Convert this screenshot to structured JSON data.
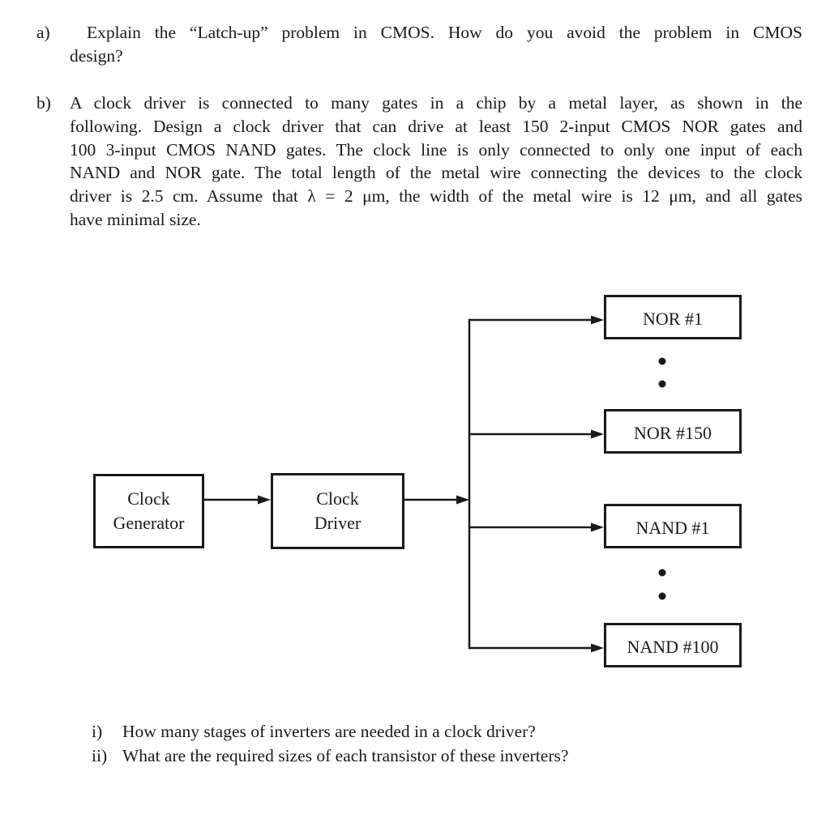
{
  "page": {
    "background": "#ffffff",
    "text_color": "#1a1a1a"
  },
  "question_a": {
    "label": "a)",
    "lines": [
      "Explain the “Latch-up” problem in CMOS. How do you avoid the problem in CMOS",
      "design?"
    ]
  },
  "question_b": {
    "label": "b)",
    "lines": [
      "A clock driver is connected to many gates in a chip by a metal layer, as shown in the",
      "following. Design a clock driver that can drive at least 150 2-input CMOS NOR gates and",
      "100 3-input CMOS NAND gates. The clock line is only connected to only one input of each",
      "NAND and NOR gate. The total length of the metal wire connecting the devices to the clock",
      "driver is 2.5 cm. Assume that λ = 2 μm, the width of the metal wire is 12 μm, and all gates",
      "have minimal size."
    ]
  },
  "diagram": {
    "line_color": "#1a1a1a",
    "clock_generator": {
      "line1": "Clock",
      "line2": "Generator"
    },
    "clock_driver": {
      "line1": "Clock",
      "line2": "Driver"
    },
    "nor_first": "NOR #1",
    "nor_last": "NOR #150",
    "nand_first": "NAND #1",
    "nand_last": "NAND #100"
  },
  "sub_questions": {
    "items": [
      {
        "label": "i)",
        "text": "How many stages of inverters are needed in a clock driver?"
      },
      {
        "label": "ii)",
        "text": "What are the required sizes of each transistor of these inverters?"
      }
    ]
  }
}
